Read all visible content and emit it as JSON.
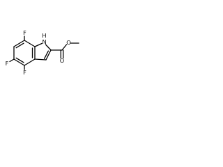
{
  "molecule": {
    "name": "",
    "atom_labels": {
      "f_top": "F",
      "f_left": "F",
      "f_bottom": "F",
      "nh_n": "N",
      "nh_h": "H",
      "o_ester": "O",
      "o_carbonyl": "O"
    }
  }
}
